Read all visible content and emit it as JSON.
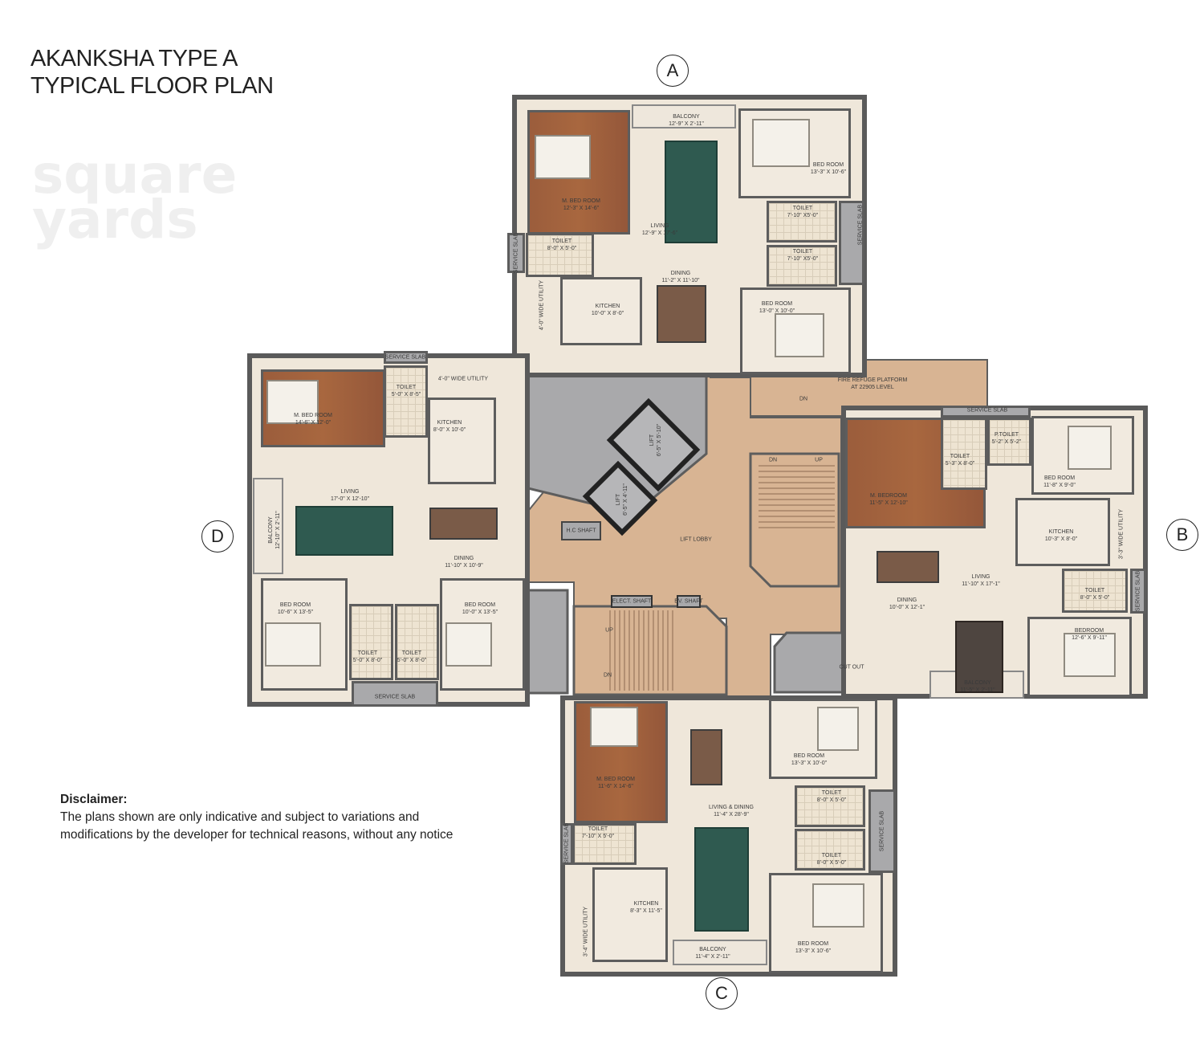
{
  "title": {
    "line1": "AKANKSHA TYPE A",
    "line2": "TYPICAL FLOOR PLAN"
  },
  "markers": {
    "a": "A",
    "b": "B",
    "c": "C",
    "d": "D"
  },
  "disclaimer": {
    "heading": "Disclaimer:",
    "line1": "The plans shown are only indicative and subject to variations and",
    "line2": "modifications by the developer for technical reasons, without any notice"
  },
  "watermark": {
    "line1": "square",
    "line2": "yards"
  },
  "colors": {
    "wood_floor": "#9b5d3c",
    "lobby": "#d8b493",
    "shaft": "#a9a9ab",
    "rug": "#2f5a50",
    "floor": "#efe7da"
  },
  "unit_a": {
    "m_bed": {
      "name": "M. BED ROOM",
      "dim": "12'-3\" X 14'-6\""
    },
    "balcony": {
      "name": "BALCONY",
      "dim": "12'-9\" X 2'-11\""
    },
    "living": {
      "name": "LIVING",
      "dim": "12'-9\" X 17'-6\""
    },
    "bed1": {
      "name": "BED ROOM",
      "dim": "13'-3\" X 10'-6\""
    },
    "toilet1": {
      "name": "TOILET",
      "dim": "7'-10\" X5'-0\""
    },
    "toilet2": {
      "name": "TOILET",
      "dim": "7'-10\" X5'-0\""
    },
    "toilet3": {
      "name": "TOILET",
      "dim": "8'-0\" X 5'-0\""
    },
    "kitchen": {
      "name": "KITCHEN",
      "dim": "10'-0\" X 8'-0\""
    },
    "utility": {
      "name": "4'-0\" WIDE UTILITY"
    },
    "dining": {
      "name": "DINING",
      "dim": "11'-2\" X 11'-10\""
    },
    "bed2": {
      "name": "BED ROOM",
      "dim": "13'-0\" X 10'-0\""
    },
    "slab1": {
      "name": "SERVICE SLAB"
    },
    "slab2": {
      "name": "SERVICE SLAB"
    }
  },
  "unit_d": {
    "m_bed": {
      "name": "M. BED ROOM",
      "dim": "14'-6\" X 12'-0\""
    },
    "toilet1": {
      "name": "TOILET",
      "dim": "5'-0\" X 8'-5\""
    },
    "utility": {
      "name": "4'-0\" WIDE UTILITY"
    },
    "kitchen": {
      "name": "KITCHEN",
      "dim": "8'-0\" X 10'-0\""
    },
    "living": {
      "name": "LIVING",
      "dim": "17'-0\" X 12'-10\""
    },
    "balcony": {
      "name": "BALCONY",
      "dim": "12'-10\" X 2'-11\""
    },
    "dining": {
      "name": "DINING",
      "dim": "11'-10\" X 10'-9\""
    },
    "bed1": {
      "name": "BED ROOM",
      "dim": "10'-6\" X 13'-5\""
    },
    "toilet2": {
      "name": "TOILET",
      "dim": "5'-0\" X 8'-0\""
    },
    "toilet3": {
      "name": "TOILET",
      "dim": "5'-0\" X 8'-0\""
    },
    "bed2": {
      "name": "BED ROOM",
      "dim": "10'-0\" X 13'-5\""
    },
    "slab1": {
      "name": "SERVICE SLAB"
    },
    "slab2": {
      "name": "SERVICE SLAB"
    }
  },
  "unit_b": {
    "m_bed": {
      "name": "M. BEDROOM",
      "dim": "11'-5\" X 12'-10\""
    },
    "toilet1": {
      "name": "TOILET",
      "dim": "5'-3\" X 8'-0\""
    },
    "p_toilet": {
      "name": "P.TOILET",
      "dim": "5'-2\" X 5'-2\""
    },
    "bed1": {
      "name": "BED ROOM",
      "dim": "11'-8\" X 9'-0\""
    },
    "kitchen": {
      "name": "KITCHEN",
      "dim": "10'-3\" X 8'-0\""
    },
    "utility": {
      "name": "3'-3\" WIDE UTILITY"
    },
    "dining": {
      "name": "DINING",
      "dim": "10'-0\" X 12'-1\""
    },
    "living": {
      "name": "LIVING",
      "dim": "11'-10\" X 17'-1\""
    },
    "toilet2": {
      "name": "TOILET",
      "dim": "8'-0\" X 5'-0\""
    },
    "bed2": {
      "name": "BEDROOM",
      "dim": "12'-6\" X 9'-11\""
    },
    "balcony": {
      "name": "BALCONY",
      "dim": "11'-5\" X 2'-11\""
    },
    "slab1": {
      "name": "SERVICE SLAB"
    },
    "slab2": {
      "name": "SERVICE SLAB"
    }
  },
  "unit_c": {
    "m_bed": {
      "name": "M. BED ROOM",
      "dim": "11'-6\" X 14'-6\""
    },
    "toilet1": {
      "name": "TOILET",
      "dim": "7'-10\" X 5'-0\""
    },
    "kitchen": {
      "name": "KITCHEN",
      "dim": "8'-3\" X 11'-5\""
    },
    "utility": {
      "name": "3'-4\" WIDE UTILITY"
    },
    "living": {
      "name": "LIVING & DINING",
      "dim": "11'-4\" X 28'-9\""
    },
    "balcony": {
      "name": "BALCONY",
      "dim": "11'-4\" X 2'-11\""
    },
    "bed1": {
      "name": "BED ROOM",
      "dim": "13'-3\" X 10'-0\""
    },
    "toilet2": {
      "name": "TOILET",
      "dim": "8'-0\" X 5'-0\""
    },
    "toilet3": {
      "name": "TOILET",
      "dim": "8'-0\" X 5'-0\""
    },
    "bed2": {
      "name": "BED ROOM",
      "dim": "13'-3\" X 10'-6\""
    },
    "slab1": {
      "name": "SERVICE SLAB"
    },
    "slab2": {
      "name": "SERVICE SLAB"
    }
  },
  "core": {
    "lift1": {
      "name": "LIFT",
      "dim": "6'-5\" X 5'-10\""
    },
    "lift2": {
      "name": "LIFT",
      "dim": "6'-5\" X 4'-11\""
    },
    "lobby": {
      "name": "LIFT LOBBY"
    },
    "hc_shaft": {
      "name": "H.C SHAFT"
    },
    "elect_shaft": {
      "name": "ELECT. SHAFT"
    },
    "ev_shaft": {
      "name": "EV. SHAFT"
    },
    "refuge": {
      "name": "FIRE REFUGE PLATFORM",
      "dim": "AT 22905 LEVEL"
    },
    "cutout": {
      "name": "CUT OUT"
    },
    "dn1": {
      "name": "DN"
    },
    "dn2": {
      "name": "DN"
    },
    "up1": {
      "name": "UP"
    },
    "dn3": {
      "name": "DN"
    },
    "up2": {
      "name": "UP"
    }
  }
}
